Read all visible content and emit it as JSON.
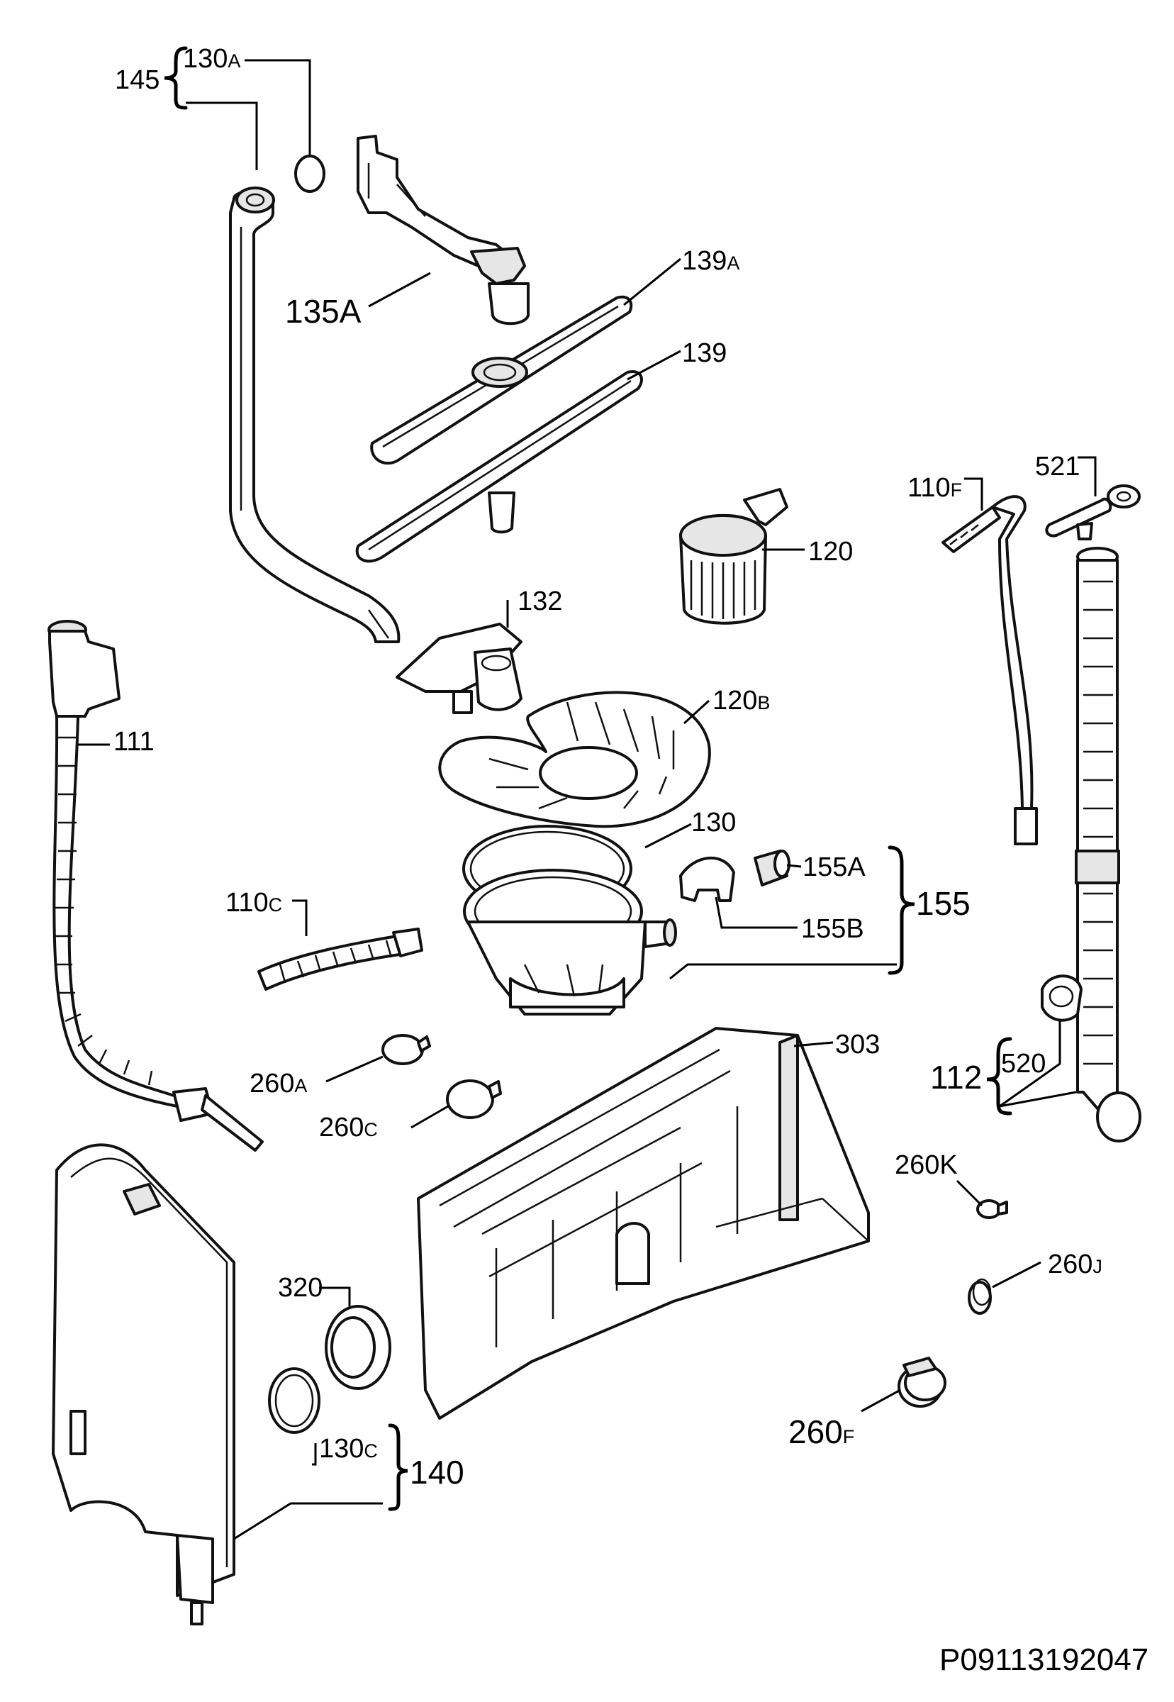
{
  "labels": {
    "l145": "145",
    "l130a_num": "130",
    "l130a_sub": "A",
    "l135a": "135A",
    "l139a_num": "139",
    "l139a_sub": "A",
    "l139": "139",
    "l110f_num": "110",
    "l110f_sub": "F",
    "l521": "521",
    "l120": "120",
    "l132": "132",
    "l120b_num": "120",
    "l120b_sub": "B",
    "l111": "111",
    "l130": "130",
    "l155a": "155A",
    "l155": "155",
    "l155b": "155B",
    "l110c_num": "110",
    "l110c_sub": "C",
    "l303": "303",
    "l112": "112",
    "l520": "520",
    "l260a_num": "260",
    "l260a_sub": "A",
    "l260c_num": "260",
    "l260c_sub": "C",
    "l260k": "260K",
    "l260j_num": "260",
    "l260j_sub": "J",
    "l320": "320",
    "l260f_num": "260",
    "l260f_sub": "F",
    "l130c_num": "130",
    "l130c_sub": "C",
    "l140": "140"
  },
  "reference_code": "P09113192047"
}
